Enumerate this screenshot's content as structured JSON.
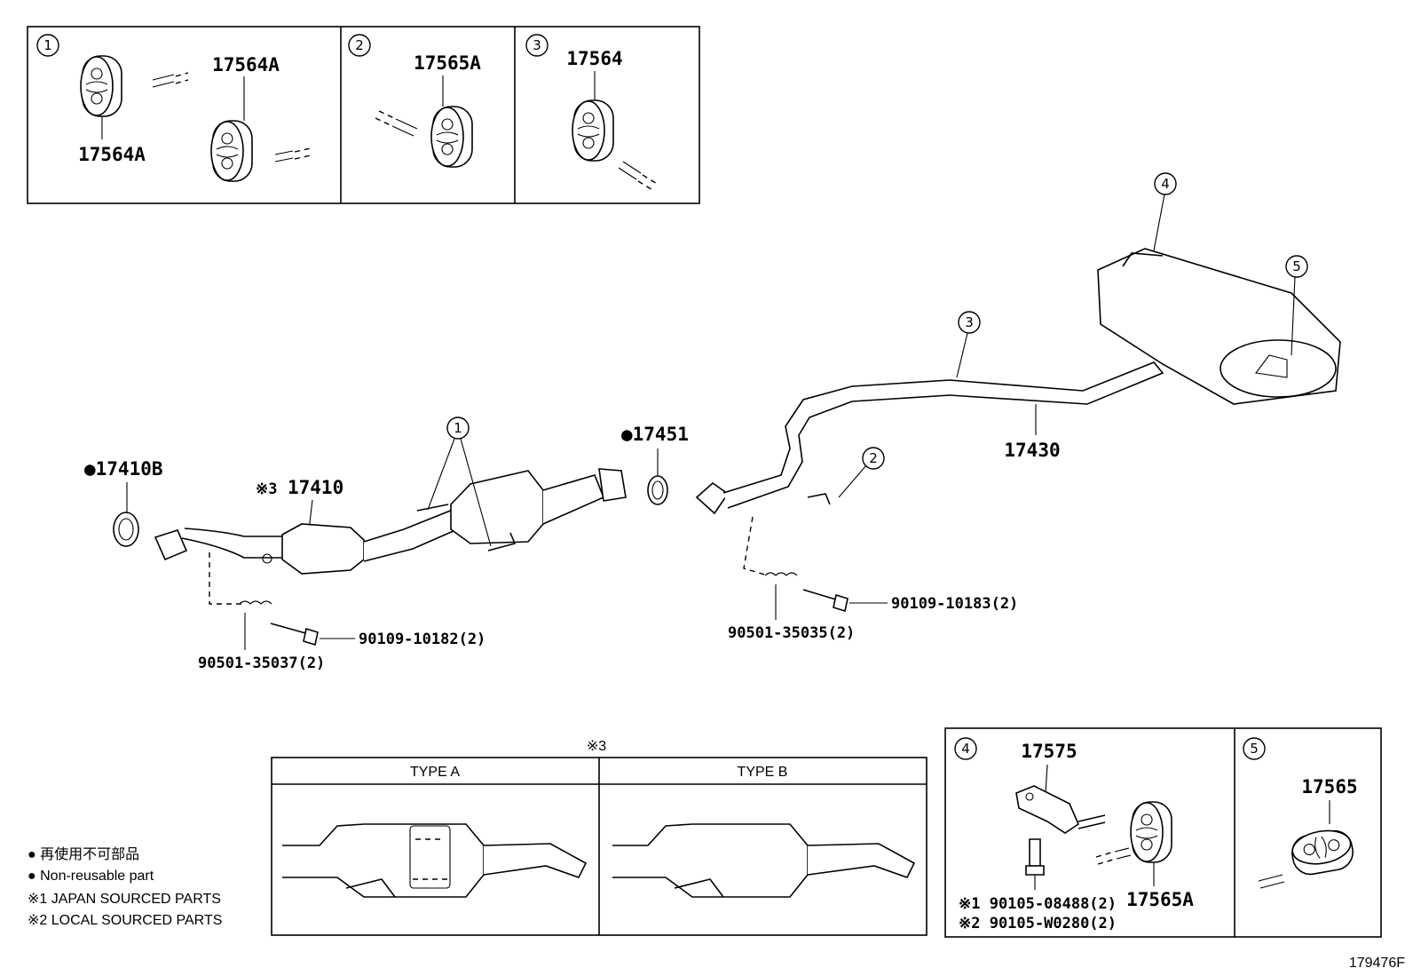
{
  "callouts": {
    "c1": "1",
    "c2": "2",
    "c3": "3",
    "c4": "4",
    "c5": "5"
  },
  "top_panels": {
    "p1_upper_label": "17564A",
    "p1_lower_label": "17564A",
    "p2_label": "17565A",
    "p3_label": "17564"
  },
  "main": {
    "gasket_front": "●17410B",
    "catalyst_front_mark": "※3",
    "catalyst_front": "17410",
    "gasket_mid": "●17451",
    "tailpipe": "17430",
    "bolt_front": "90109-10182(2)",
    "spring_front": "90501-35037(2)",
    "bolt_rear": "90109-10183(2)",
    "spring_rear": "90501-35035(2)"
  },
  "type_table": {
    "mark": "※3",
    "type_a": "TYPE A",
    "type_b": "TYPE B"
  },
  "bottom_panels": {
    "p4_bracket": "17575",
    "p4_bolt1": "※1 90105-08488(2)",
    "p4_bolt2": "※2 90105-W0280(2)",
    "p4_insulator": "17565A",
    "p5_insulator": "17565"
  },
  "legend": {
    "line1": "● 再使用不可部品",
    "line2": "● Non-reusable part",
    "line3": "※1 JAPAN SOURCED PARTS",
    "line4": "※2 LOCAL SOURCED PARTS"
  },
  "figure_id": "179476F"
}
